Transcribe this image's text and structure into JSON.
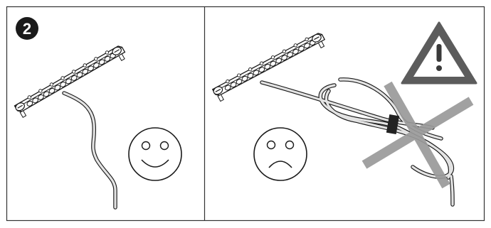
{
  "step": {
    "number": "2"
  },
  "panels": [
    {
      "id": "correct",
      "face": "smiley-face",
      "cable": "straight-cable"
    },
    {
      "id": "incorrect",
      "face": "sad-face",
      "cable": "coiled-cable",
      "warning": "warning-triangle-icon",
      "crossed_out": true
    }
  ],
  "colors": {
    "frame": "#333333",
    "line": "#1a1a1a",
    "cable_fill": "#e3e3e3",
    "cross": "#9a9a9a",
    "warning_fill": "#5c5c5c",
    "tape": "#222222"
  }
}
